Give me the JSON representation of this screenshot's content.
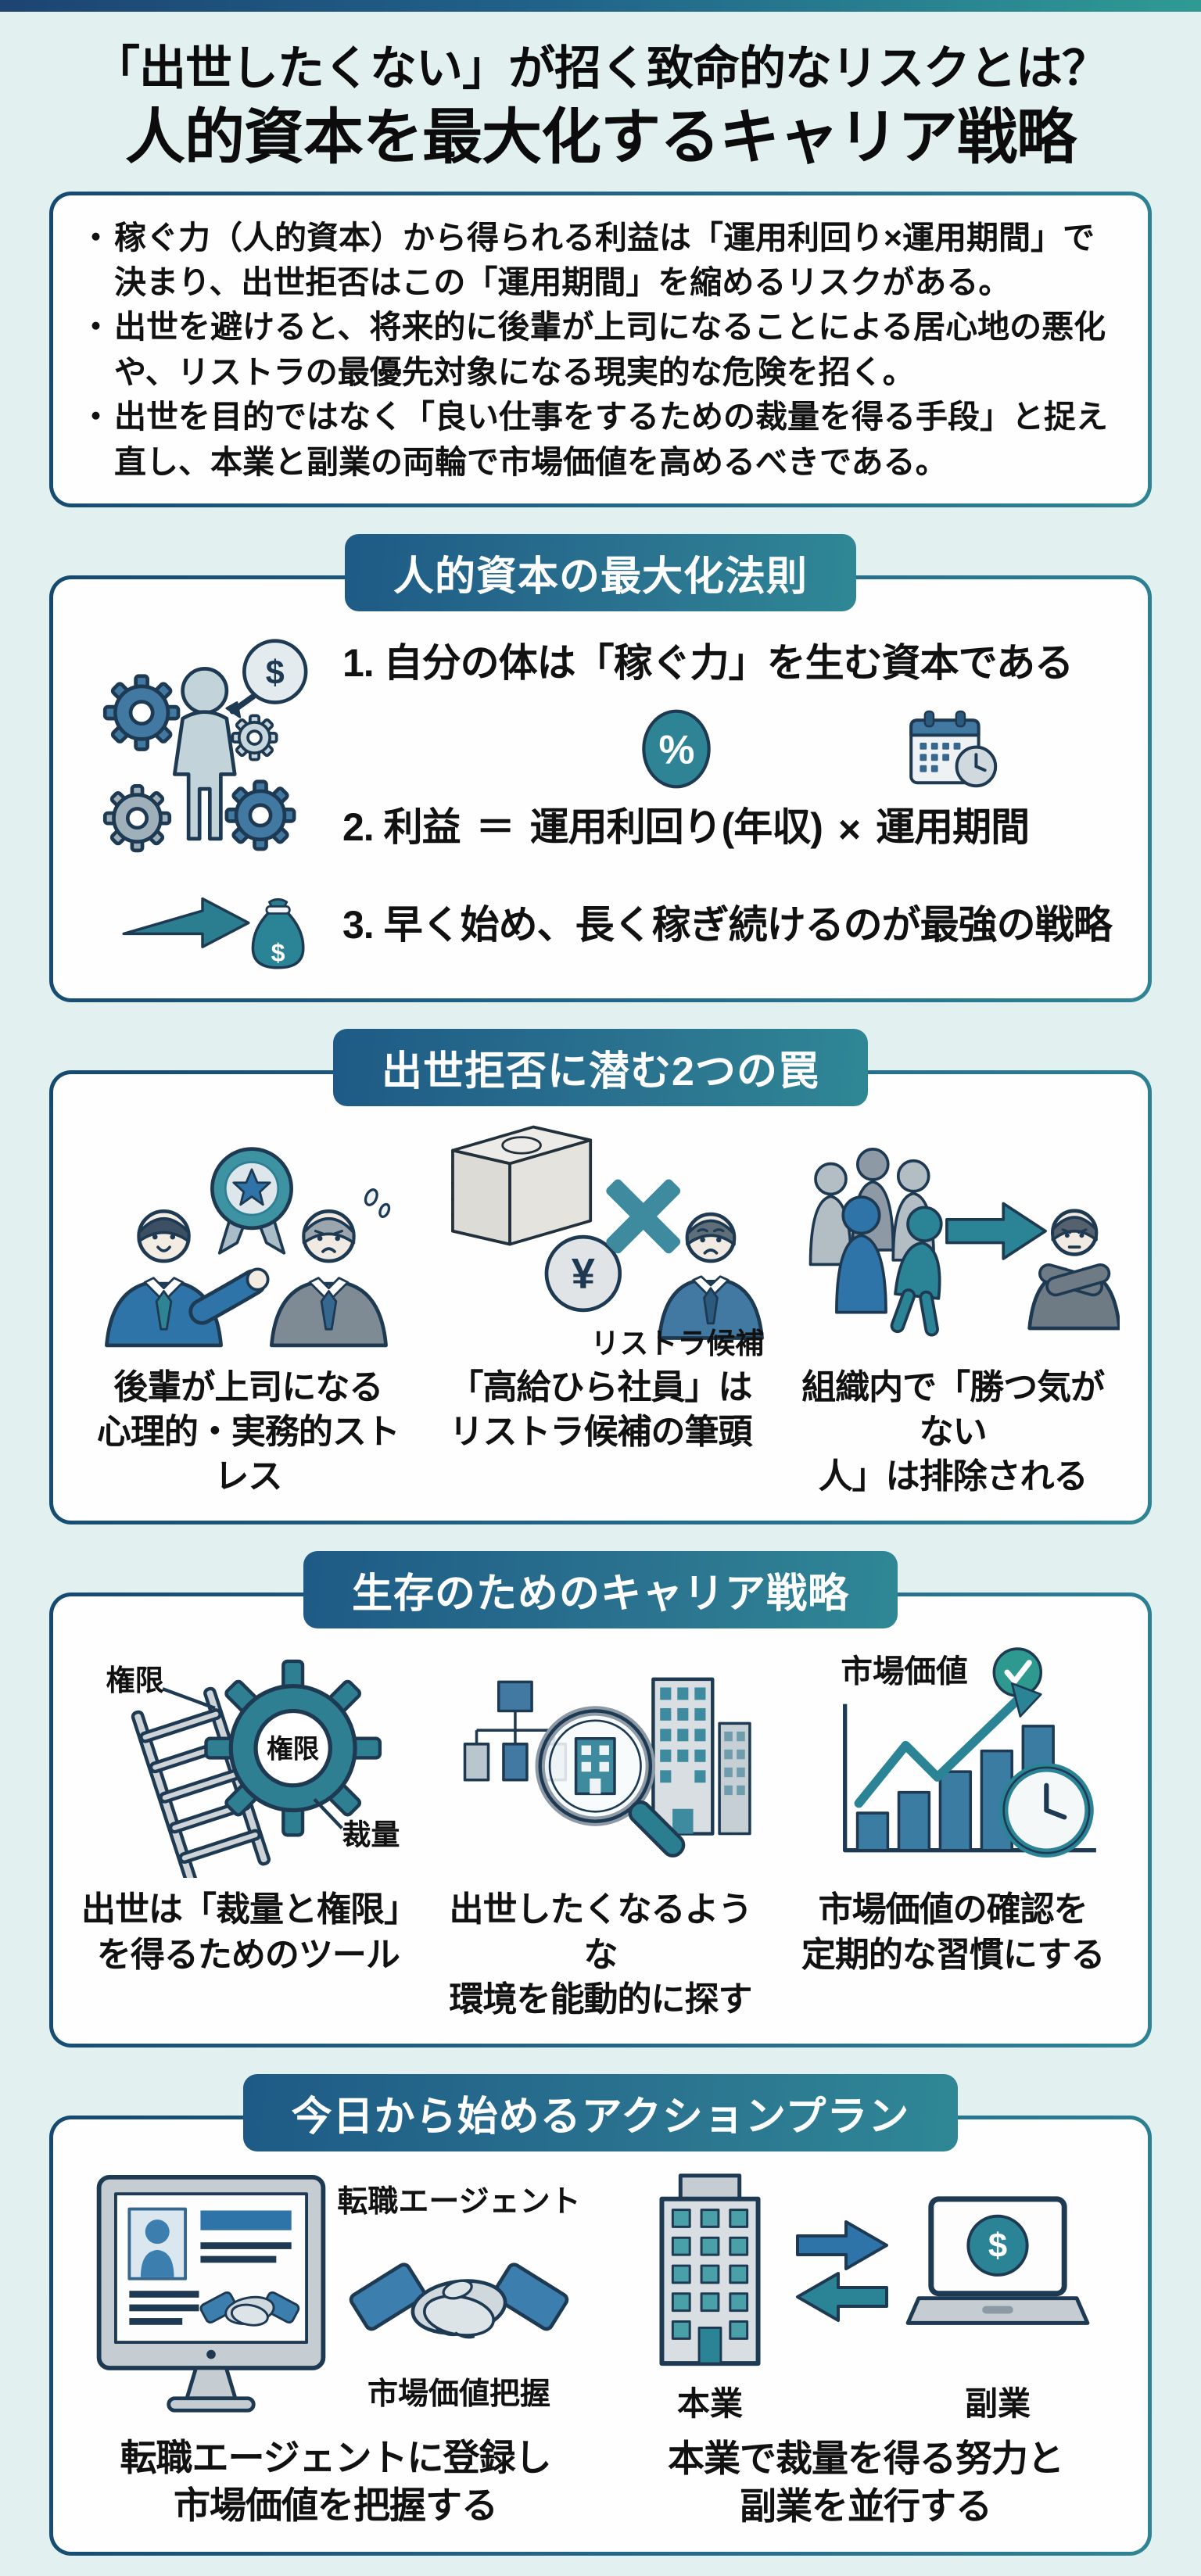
{
  "colors": {
    "background": "#e2f1ef",
    "accent_navy": "#16496f",
    "accent_teal": "#2e8494",
    "banner_text": "#ffffff",
    "text": "#111111",
    "icon_outline": "#1e3a52",
    "steel_blue": "#3c7fae"
  },
  "header": {
    "title_line1": "「出世したくない」が招く致命的なリスクとは？",
    "title_line2": "人的資本を最大化するキャリア戦略"
  },
  "summary": {
    "bullet_char": "・",
    "bullets": [
      "稼ぐ力（人的資本）から得られる利益は「運用利回り×運用期間」で決まり、出世拒否はこの「運用期間」を縮めるリスクがある。",
      "出世を避けると、将来的に後輩が上司になることによる居心地の悪化や、リストラの最優先対象になる現実的な危険を招く。",
      "出世を目的ではなく「良い仕事をするための裁量を得る手段」と捉え直し、本業と副業の両輪で市場価値を高めるべきである。"
    ]
  },
  "law": {
    "banner": "人的資本の最大化法則",
    "rule1": "1. 自分の体は「稼ぐ力」を生む資本である",
    "rule2_label": "2. 利益",
    "rule2_equals": "＝",
    "rule2_yield": "運用利回り(年収)",
    "rule2_times": "×",
    "rule2_period": "運用期間",
    "rule3": "3. 早く始め、長く稼ぎ続けるのが最強の戦略",
    "percent_glyph": "%",
    "dollar_glyph": "$"
  },
  "traps": {
    "banner": "出世拒否に潜む2つの罠",
    "yen_glyph": "¥",
    "items": [
      {
        "caption_line1": "後輩が上司になる",
        "caption_line2": "心理的・実務的ストレス"
      },
      {
        "label": "リストラ候補",
        "caption_line1": "「高給ひら社員」は",
        "caption_line2": "リストラ候補の筆頭"
      },
      {
        "caption_line1": "組織内で「勝つ気がない",
        "caption_line2": "人」は排除される"
      }
    ]
  },
  "strategy": {
    "banner": "生存のためのキャリア戦略",
    "gear_top_label": "権限",
    "gear_center_label": "権限",
    "gear_bottom_label": "裁量",
    "market_label": "市場価値",
    "items": [
      {
        "caption_line1": "出世は「裁量と権限」",
        "caption_line2": "を得るためのツール"
      },
      {
        "caption_line1": "出世したくなるような",
        "caption_line2": "環境を能動的に探す"
      },
      {
        "caption_line1": "市場価値の確認を",
        "caption_line2": "定期的な習慣にする"
      }
    ]
  },
  "action": {
    "banner": "今日から始めるアクションプラン",
    "dollar_glyph": "$",
    "agent": {
      "label_top": "転職エージェント",
      "label_bottom": "市場価値把握",
      "caption_line1": "転職エージェントに登録し",
      "caption_line2": "市場価値を把握する"
    },
    "dual": {
      "label_main": "本業",
      "label_side": "副業",
      "caption_line1": "本業で裁量を得る努力と",
      "caption_line2": "副業を並行する"
    }
  }
}
